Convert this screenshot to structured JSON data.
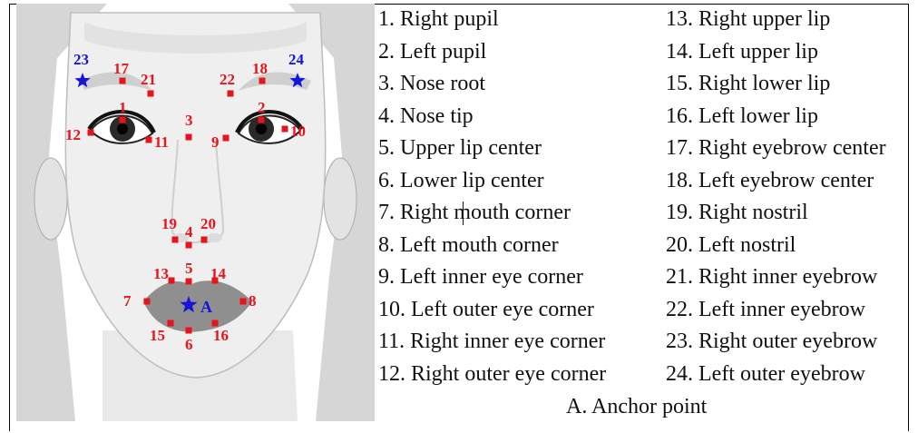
{
  "landmarks": [
    {
      "id": "1",
      "name": "Right pupil"
    },
    {
      "id": "2",
      "name": "Left pupil"
    },
    {
      "id": "3",
      "name": "Nose root"
    },
    {
      "id": "4",
      "name": "Nose tip"
    },
    {
      "id": "5",
      "name": "Upper lip center"
    },
    {
      "id": "6",
      "name": "Lower lip center"
    },
    {
      "id": "7",
      "name": "Right mouth corner"
    },
    {
      "id": "8",
      "name": "Left mouth corner"
    },
    {
      "id": "9",
      "name": "Left inner eye corner"
    },
    {
      "id": "10",
      "name": "Left outer eye corner"
    },
    {
      "id": "11",
      "name": "Right inner eye corner"
    },
    {
      "id": "12",
      "name": "Right outer eye corner"
    },
    {
      "id": "13",
      "name": "Right upper lip"
    },
    {
      "id": "14",
      "name": "Left upper lip"
    },
    {
      "id": "15",
      "name": "Right lower lip"
    },
    {
      "id": "16",
      "name": "Left lower lip"
    },
    {
      "id": "17",
      "name": "Right eyebrow center"
    },
    {
      "id": "18",
      "name": "Left eyebrow center"
    },
    {
      "id": "19",
      "name": "Right nostril"
    },
    {
      "id": "20",
      "name": "Left nostril"
    },
    {
      "id": "21",
      "name": "Right inner eyebrow"
    },
    {
      "id": "22",
      "name": "Left inner eyebrow"
    },
    {
      "id": "23",
      "name": "Right outer eyebrow"
    },
    {
      "id": "24",
      "name": "Left outer eyebrow"
    }
  ],
  "legend_left": [
    "1. Right pupil",
    "2. Left pupil",
    "3. Nose root",
    "4. Nose tip",
    "5. Upper lip center",
    "6. Lower lip center",
    "7. Right mouth corner",
    "8. Left mouth corner",
    "9. Left inner eye corner",
    "10. Left outer eye corner",
    "11. Right inner eye corner",
    "12. Right outer eye corner"
  ],
  "legend_right": [
    "13. Right upper lip",
    "14. Left upper lip",
    "15. Right lower lip",
    "16. Left lower lip",
    "17. Right eyebrow center",
    "18. Left eyebrow center",
    "19. Right nostril",
    "20. Left nostril",
    "21. Right inner eyebrow",
    "22. Left inner eyebrow",
    "23. Right outer eyebrow",
    "24. Left outer eyebrow"
  ],
  "anchor": {
    "label": "A",
    "note": "A. Anchor point"
  },
  "colors": {
    "landmark": "#e8131b",
    "outer_eyebrow_star": "#1515d8",
    "anchor_star": "#1515d8",
    "mouth_fill": "#8f8f8f",
    "face_skin": "#efefef",
    "background_gray": "#d3d3d3"
  }
}
